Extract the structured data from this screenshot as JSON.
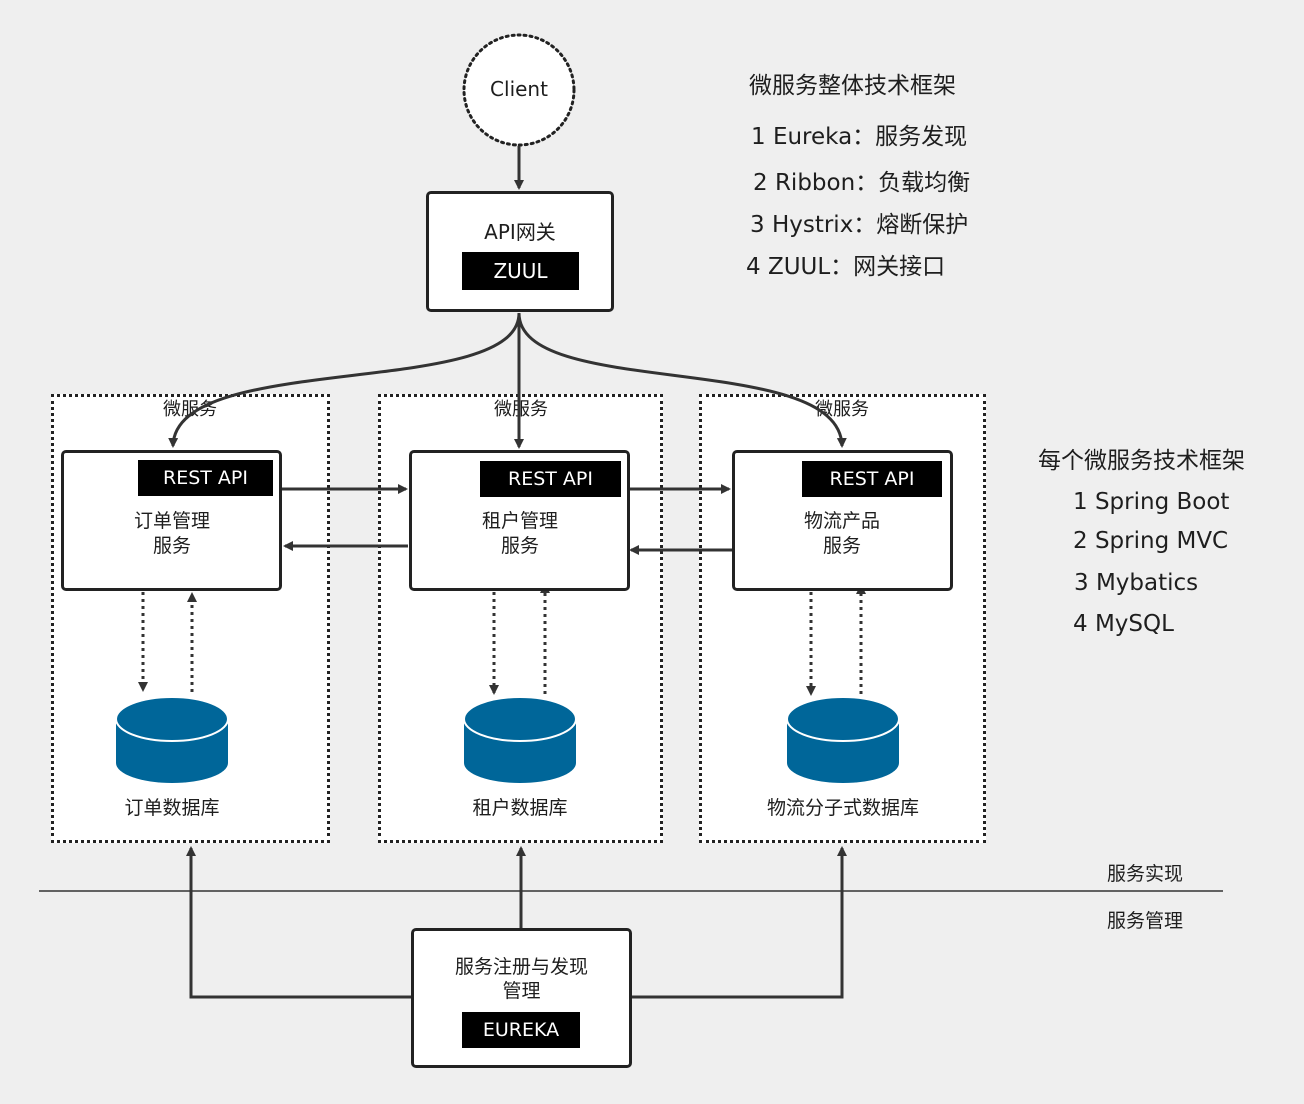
{
  "client": {
    "label": "Client"
  },
  "gateway": {
    "title": "API网关",
    "tag": "ZUUL"
  },
  "overview": {
    "title": "微服务整体技术框架",
    "items": [
      "1 Eureka：服务发现",
      "2 Ribbon：负载均衡",
      "3 Hystrix：熔断保护",
      "4 ZUUL：网关接口"
    ]
  },
  "per_service": {
    "title": "每个微服务技术框架",
    "items": [
      "1 Spring Boot",
      "2 Spring MVC",
      "3 Mybatics",
      "4 MySQL"
    ]
  },
  "zones": [
    {
      "label": "微服务",
      "api_tag": "REST API",
      "service_line1": "订单管理",
      "service_line2": "服务",
      "db_label": "订单数据库"
    },
    {
      "label": "微服务",
      "api_tag": "REST API",
      "service_line1": "租户管理",
      "service_line2": "服务",
      "db_label": "租户数据库"
    },
    {
      "label": "微服务",
      "api_tag": "REST API",
      "service_line1": "物流产品",
      "service_line2": "服务",
      "db_label": "物流分子式数据库"
    }
  ],
  "layers": {
    "upper": "服务实现",
    "lower": "服务管理"
  },
  "registry": {
    "line1": "服务注册与发现",
    "line2": "管理",
    "tag": "EUREKA"
  },
  "colors": {
    "database": "#006699",
    "line": "#333333",
    "background": "#efefef"
  }
}
